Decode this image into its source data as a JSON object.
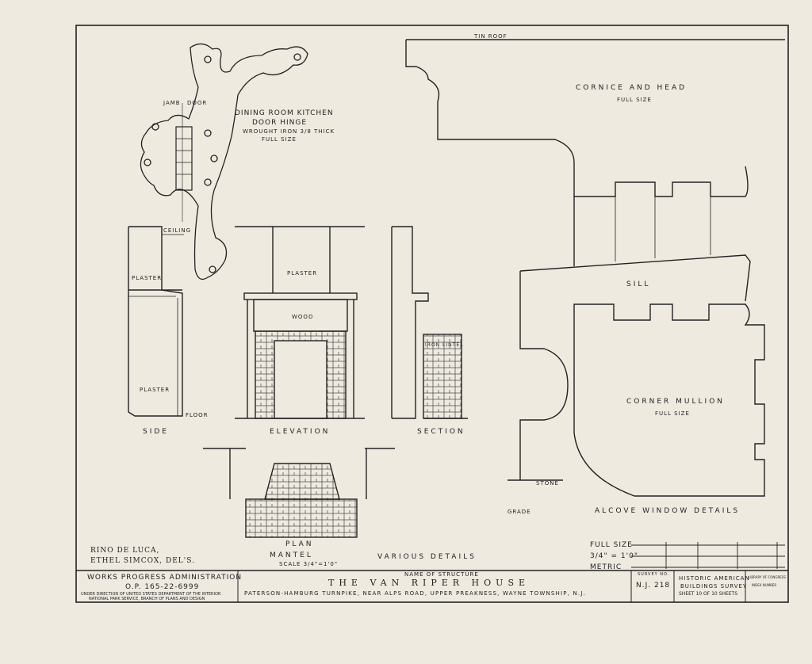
{
  "drawing": {
    "tin_roof": "TIN ROOF",
    "cornice_title": "CORNICE AND HEAD",
    "cornice_scale": "FULL SIZE",
    "sill": "SILL",
    "hinge_title_1": "DINING ROOM KITCHEN",
    "hinge_title_2": "DOOR HINGE",
    "hinge_material": "WROUGHT IRON 3/8 THICK",
    "hinge_scale": "FULL SIZE",
    "jamb": "JAMB",
    "door": "DOOR",
    "ceiling": "CEILING",
    "plaster_upper": "PLASTER",
    "plaster_lower": "PLASTER",
    "floor": "FLOOR",
    "plaster_elev": "PLASTER",
    "wood": "WOOD",
    "iron_lintel": "IRON LINTEL",
    "side": "SIDE",
    "elevation": "ELEVATION",
    "section": "SECTION",
    "corner_mullion": "CORNER MULLION",
    "mullion_scale": "FULL SIZE",
    "stone": "STONE",
    "grade": "GRADE",
    "alcove": "ALCOVE WINDOW DETAILS",
    "plan": "PLAN",
    "mantel": "MANTEL",
    "mantel_scale": "SCALE 3/4\"=1'0\"",
    "various": "VARIOUS DETAILS",
    "delineators_1": "RINO DE LUCA,",
    "delineators_2": "ETHEL SIMCOX, DEL'S.",
    "scale_full": "FULL SIZE",
    "scale_34": "3/4\" = 1'0\"",
    "scale_metric": "METRIC"
  },
  "titleblock": {
    "wpa": "WORKS PROGRESS ADMINISTRATION",
    "op": "O.P. 165-22-6999",
    "under_1": "UNDER DIRECTION OF UNITED STATES DEPARTMENT OF THE INTERIOR",
    "under_2": "NATIONAL PARK SERVICE, BRANCH OF PLANS AND DESIGN",
    "name_label": "NAME OF STRUCTURE",
    "name": "THE VAN RIPER HOUSE",
    "location": "PATERSON-HAMBURG TURNPIKE, NEAR ALPS ROAD, UPPER PREAKNESS, WAYNE TOWNSHIP, N.J.",
    "survey_label": "SURVEY NO.",
    "survey_no": "N.J. 218",
    "habs_1": "HISTORIC AMERICAN",
    "habs_2": "BUILDINGS SURVEY",
    "sheet": "SHEET 10 OF 10 SHEETS",
    "loc_1": "LIBRARY OF CONGRESS",
    "loc_2": "INDEX NUMBER"
  }
}
